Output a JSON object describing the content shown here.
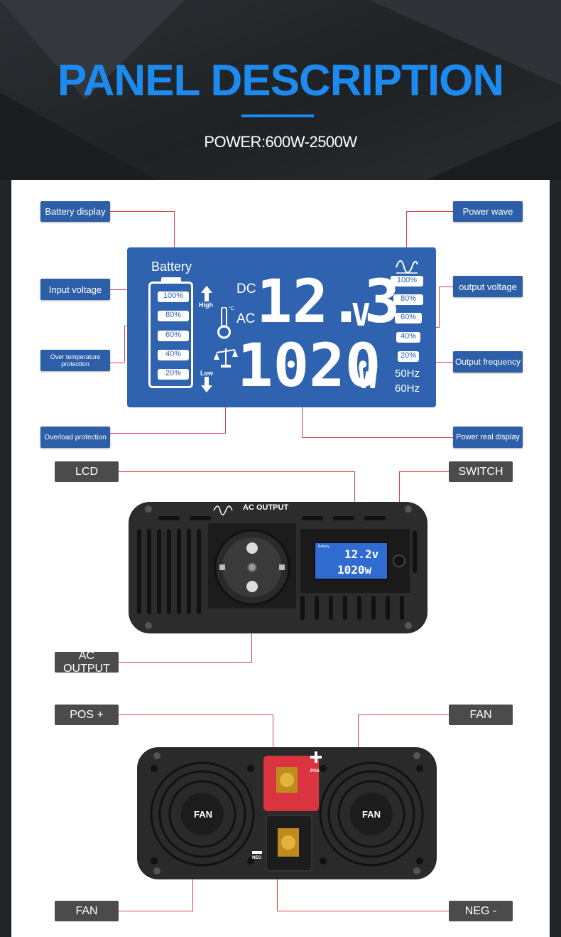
{
  "header": {
    "title": "PANEL DESCRIPTION",
    "subtitle": "POWER:600W-2500W"
  },
  "labels": {
    "battery_display": "Battery display",
    "input_voltage": "Input voltage",
    "over_temp": "Over temperature protection",
    "overload": "Overload protection",
    "power_wave": "Power wave",
    "output_voltage": "output voltage",
    "output_frequency": "Output frequency",
    "power_real": "Power real display",
    "lcd": "LCD",
    "switch": "SWITCH",
    "ac_output": "AC OUTPUT",
    "pos": "POS +",
    "fan_top": "FAN",
    "fan_bottom": "FAN",
    "neg": "NEG -"
  },
  "lcd": {
    "battery": "Battery",
    "battery_levels": [
      "100%",
      "80%",
      "60%",
      "40%",
      "20%"
    ],
    "high": "High",
    "low": "Low",
    "dc": "DC",
    "ac": "AC",
    "voltage": "12.3",
    "voltage_unit": "V",
    "power": "1020",
    "power_unit": "W",
    "load_levels": [
      "100%",
      "80%",
      "60%",
      "40%",
      "20%"
    ],
    "hz50": "50Hz",
    "hz60": "60Hz",
    "temp_unit": "°C"
  },
  "device_front": {
    "ac_output_text": "AC OUTPUT",
    "mini_voltage": "12.2v",
    "mini_power": "1020w",
    "mini_battery": "Battery"
  },
  "device_back": {
    "fan_left": "FAN",
    "fan_right": "FAN",
    "pos_mark": "POS",
    "neg_mark": "NEG"
  },
  "colors": {
    "accent": "#1d8af0",
    "label_blue": "#2d5fa8",
    "line_red": "#d8434a",
    "lcd_blue": "#2f63b0"
  }
}
